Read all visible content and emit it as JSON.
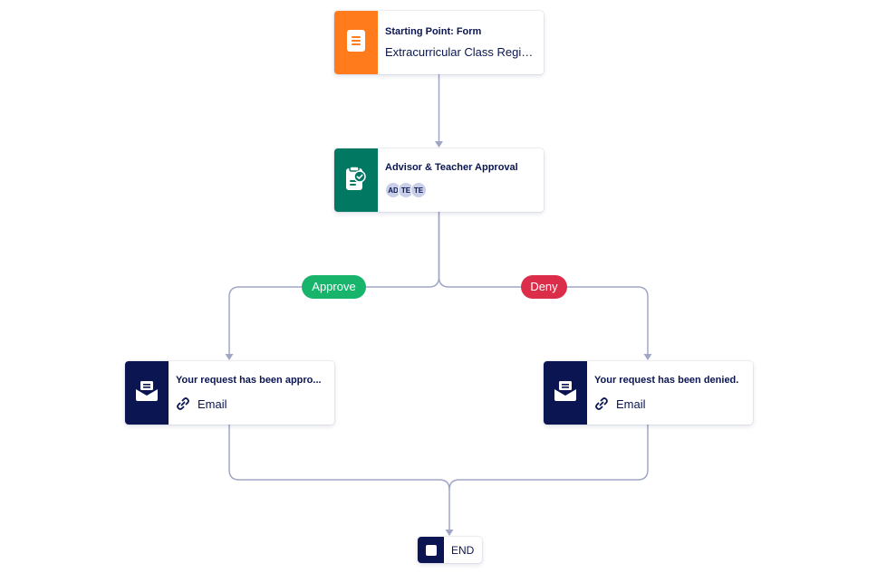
{
  "colors": {
    "form_accent": "#ff7b1c",
    "approval_accent": "#007862",
    "email_accent": "#0a1551",
    "approve_pill": "#18b46c",
    "deny_pill": "#db2d4a",
    "connector": "#a0a6c6"
  },
  "nodes": {
    "form": {
      "title": "Starting Point: Form",
      "subtitle": "Extracurricular Class Regis...",
      "icon": "form-document-icon"
    },
    "approval": {
      "title": "Advisor & Teacher Approval",
      "icon": "approval-clipboard-icon",
      "assignees": [
        "AD",
        "TE",
        "TE"
      ]
    },
    "approved_email": {
      "title": "Your request has been appro...",
      "channel": "Email",
      "icon": "envelope-icon"
    },
    "denied_email": {
      "title": "Your request has been denied.",
      "channel": "Email",
      "icon": "envelope-icon"
    },
    "end": {
      "label": "END",
      "icon": "stop-square-icon"
    }
  },
  "branches": {
    "approve": "Approve",
    "deny": "Deny"
  }
}
